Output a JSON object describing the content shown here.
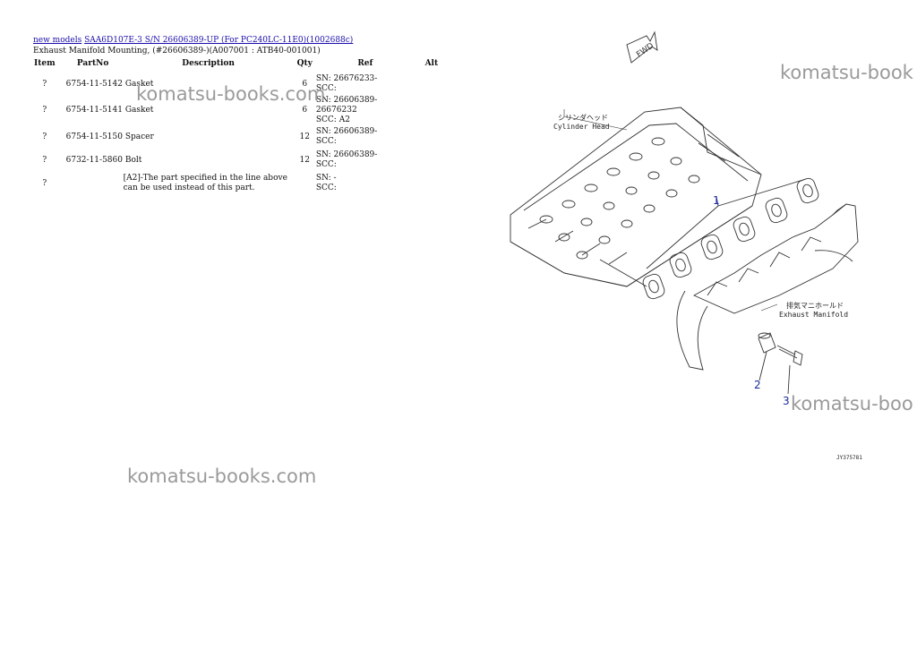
{
  "breadcrumb": {
    "link1": "new models",
    "link2": "SAA6D107E-3 S/N 26606389-UP (For PC240LC-11E0)(1002688c)"
  },
  "title": "Exhaust Manifold Mounting, (#26606389-)(A007001 : ATB40-001001)",
  "table": {
    "headers": [
      "Item",
      "PartNo",
      "Description",
      "Qty",
      "Ref",
      "Alt"
    ],
    "rows": [
      {
        "item": "?",
        "partno": "6754-11-5142",
        "desc": "Gasket",
        "qty": "6",
        "ref1": "SN: 26676233-",
        "ref2": "SCC:"
      },
      {
        "item": "?",
        "partno": "6754-11-5141",
        "desc": "Gasket",
        "qty": "6",
        "ref1": "SN: 26606389-26676232",
        "ref2": "SCC: A2"
      },
      {
        "item": "?",
        "partno": "6754-11-5150",
        "desc": "Spacer",
        "qty": "12",
        "ref1": "SN: 26606389-",
        "ref2": "SCC:"
      },
      {
        "item": "?",
        "partno": "6732-11-5860",
        "desc": "Bolt",
        "qty": "12",
        "ref1": "SN: 26606389-",
        "ref2": "SCC:"
      },
      {
        "item": "?",
        "partno": "",
        "desc1": "[A2]-The part specified in the line above",
        "desc2": "can be used instead of this part.",
        "qty": "",
        "ref1": "SN: -",
        "ref2": "SCC:"
      }
    ]
  },
  "watermarks": [
    "komatsu-books.com",
    "komatsu-book",
    "komatsu-boo",
    "komatsu-books.com"
  ],
  "diagram": {
    "fwd": "FWD",
    "cylinder_head_jp": "シリンダヘッド",
    "cylinder_head_en": "Cylinder Head",
    "exhaust_manifold_jp": "排気マニホールド",
    "exhaust_manifold_en": "Exhaust Manifold",
    "callout1": "1",
    "callout2": "2",
    "callout3": "3",
    "code": "JY375781"
  },
  "colors": {
    "link": "#1a0dab",
    "callout": "#1a2a9a",
    "watermark": "#9a9a9a"
  }
}
